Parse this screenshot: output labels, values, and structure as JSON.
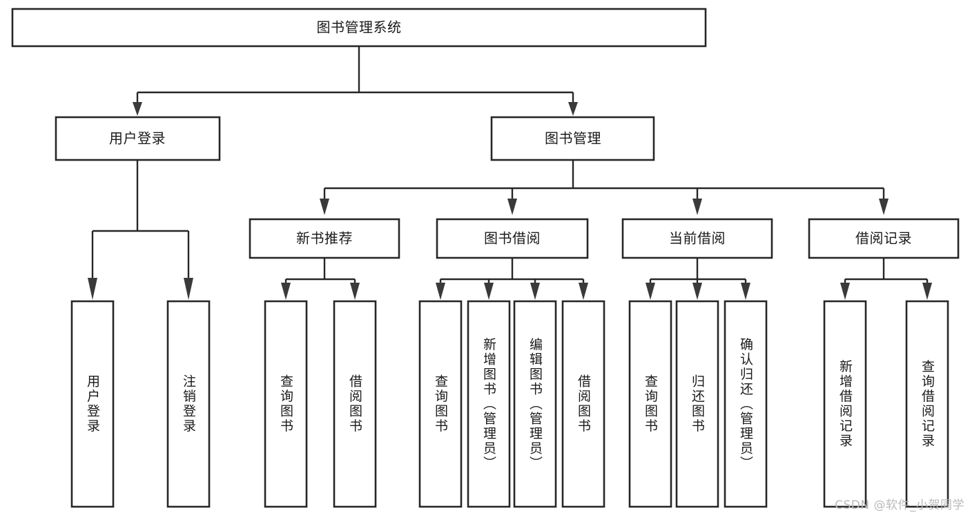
{
  "diagram": {
    "title": "图书管理系统",
    "type": "tree",
    "orientation": "top-down",
    "colors": {
      "box_stroke": "#262626",
      "box_fill": "#ffffff",
      "connector": "#262626",
      "arrow": "#3a3a3a",
      "text": "#1a1a1a",
      "watermark": "#b9b9b9",
      "background": "#ffffff"
    },
    "root": {
      "id": "root",
      "label": "图书管理系统",
      "orientation": "horizontal"
    },
    "level2": [
      {
        "id": "user-login",
        "label": "用户登录",
        "orientation": "horizontal"
      },
      {
        "id": "book-manage",
        "label": "图书管理",
        "orientation": "horizontal"
      }
    ],
    "level3": [
      {
        "id": "new-book-recommend",
        "label": "新书推荐",
        "orientation": "horizontal",
        "parent": "book-manage"
      },
      {
        "id": "book-borrow",
        "label": "图书借阅",
        "orientation": "horizontal",
        "parent": "book-manage"
      },
      {
        "id": "current-borrow",
        "label": "当前借阅",
        "orientation": "horizontal",
        "parent": "book-manage"
      },
      {
        "id": "borrow-record",
        "label": "借阅记录",
        "orientation": "horizontal",
        "parent": "book-manage"
      }
    ],
    "leaves": {
      "user-login": [
        {
          "id": "leaf-user-login",
          "label": "用户登录",
          "orientation": "vertical"
        },
        {
          "id": "leaf-logout",
          "label": "注销登录",
          "orientation": "vertical"
        }
      ],
      "new-book-recommend": [
        {
          "id": "leaf-query-book-1",
          "label": "查询图书",
          "orientation": "vertical"
        },
        {
          "id": "leaf-borrow-book-1",
          "label": "借阅图书",
          "orientation": "vertical"
        }
      ],
      "book-borrow": [
        {
          "id": "leaf-query-book-2",
          "label": "查询图书",
          "orientation": "vertical"
        },
        {
          "id": "leaf-add-book",
          "label": "新增图书（管理员）",
          "orientation": "vertical"
        },
        {
          "id": "leaf-edit-book",
          "label": "编辑图书（管理员）",
          "orientation": "vertical"
        },
        {
          "id": "leaf-borrow-book-2",
          "label": "借阅图书",
          "orientation": "vertical"
        }
      ],
      "current-borrow": [
        {
          "id": "leaf-query-book-3",
          "label": "查询图书",
          "orientation": "vertical"
        },
        {
          "id": "leaf-return-book",
          "label": "归还图书",
          "orientation": "vertical"
        },
        {
          "id": "leaf-confirm-return",
          "label": "确认归还（管理员）",
          "orientation": "vertical"
        }
      ],
      "borrow-record": [
        {
          "id": "leaf-add-record",
          "label": "新增借阅记录",
          "orientation": "vertical"
        },
        {
          "id": "leaf-query-record",
          "label": "查询借阅记录",
          "orientation": "vertical"
        }
      ]
    }
  },
  "watermark": {
    "text": "CSDN @软件_小贺同学"
  }
}
